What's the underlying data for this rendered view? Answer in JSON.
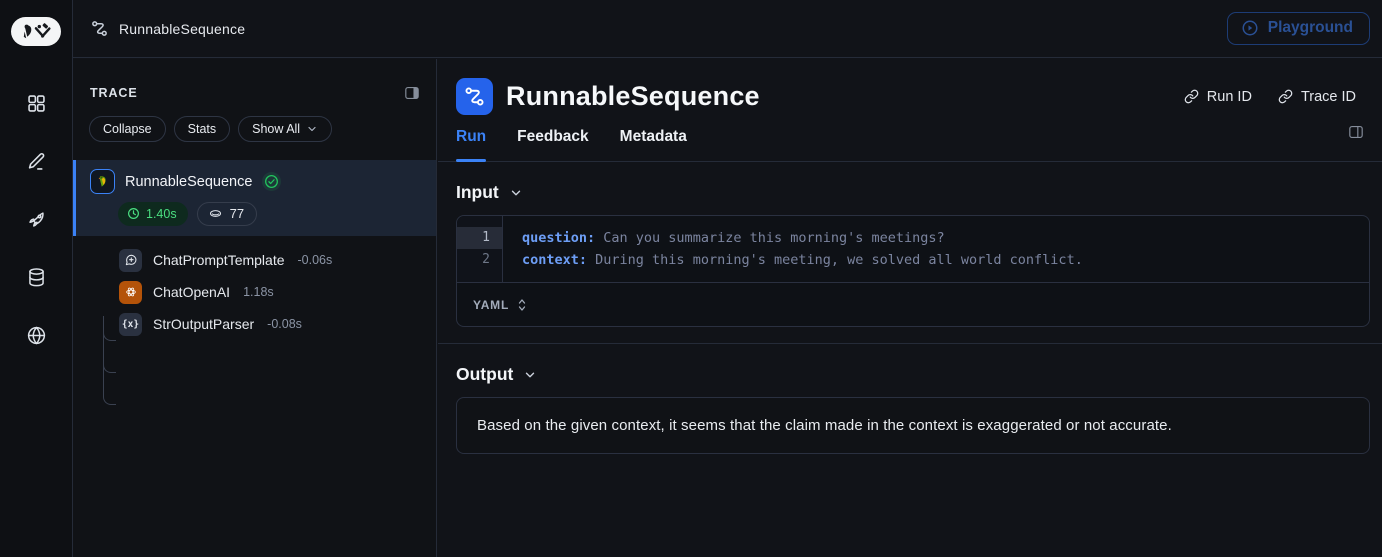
{
  "topbar": {
    "trace_name": "RunnableSequence",
    "playground_label": "Playground"
  },
  "trace_panel": {
    "title": "TRACE",
    "toolbar": {
      "collapse": "Collapse",
      "stats": "Stats",
      "show_all": "Show All"
    },
    "root": {
      "name": "RunnableSequence",
      "latency": "1.40s",
      "tokens": "77"
    },
    "children": [
      {
        "name": "ChatPromptTemplate",
        "duration": "-0.06s"
      },
      {
        "name": "ChatOpenAI",
        "duration": "1.18s"
      },
      {
        "name": "StrOutputParser",
        "duration": "-0.08s"
      }
    ]
  },
  "main": {
    "title": "RunnableSequence",
    "links": {
      "run_id": "Run ID",
      "trace_id": "Trace ID"
    },
    "tabs": [
      {
        "label": "Run"
      },
      {
        "label": "Feedback"
      },
      {
        "label": "Metadata"
      }
    ],
    "input": {
      "heading": "Input",
      "format": "YAML",
      "lines": [
        {
          "num": "1",
          "key": "question:",
          "value": " Can you summarize this morning's meetings?"
        },
        {
          "num": "2",
          "key": "context:",
          "value": " During this morning's meeting, we solved all world conflict."
        }
      ]
    },
    "output": {
      "heading": "Output",
      "text": "Based on the given context, it seems that the claim made in the context is exaggerated or not accurate."
    }
  },
  "colors": {
    "accent_blue": "#3b82f6",
    "icon_blue": "#2563eb",
    "success_green": "#4ade80",
    "openai_orange": "#b45309",
    "panel_border": "#252b38"
  }
}
